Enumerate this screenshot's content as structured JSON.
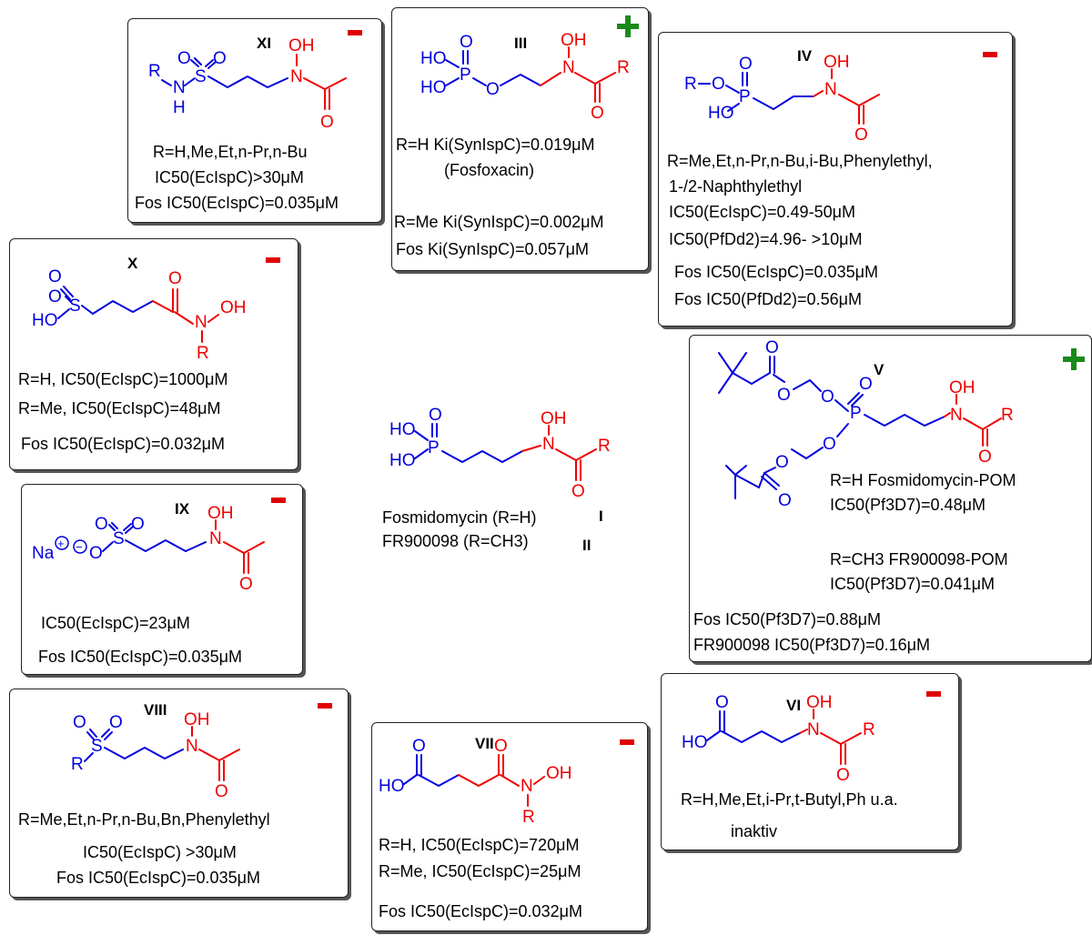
{
  "colors": {
    "core": "#0000dd",
    "pharmacophore": "#ee0000",
    "active": "#1a8a1a",
    "inactive": "#e00000"
  },
  "compounds": {
    "XI": {
      "id": "XI",
      "activity": "minus",
      "lines": [
        "R=H,Me,Et,n-Pr,n-Bu",
        "IC50(EcIspC)>30μM",
        "Fos IC50(EcIspC)=0.035μM"
      ]
    },
    "III": {
      "id": "III",
      "activity": "plus",
      "lines": [
        "R=H Ki(SynIspC)=0.019μM",
        "(Fosfoxacin)",
        "R=Me Ki(SynIspC)=0.002μM",
        "Fos Ki(SynIspC)=0.057μM"
      ]
    },
    "IV": {
      "id": "IV",
      "activity": "minus",
      "lines": [
        "R=Me,Et,n-Pr,n-Bu,i-Bu,Phenylethyl,",
        "1-/2-Naphthylethyl",
        "IC50(EcIspC)=0.49-50μM",
        "IC50(PfDd2)=4.96- >10μM",
        "Fos IC50(EcIspC)=0.035μM",
        "Fos IC50(PfDd2)=0.56μM"
      ]
    },
    "X": {
      "id": "X",
      "activity": "minus",
      "lines": [
        "R=H, IC50(EcIspC)=1000μM",
        "R=Me, IC50(EcIspC)=48μM",
        "Fos IC50(EcIspC)=0.032μM"
      ]
    },
    "I": {
      "line1": "Fosmidomycin (R=H)",
      "id1": "I",
      "line2": "FR900098 (R=CH3)",
      "id2": "II"
    },
    "V": {
      "id": "V",
      "activity": "plus",
      "lines": [
        "R=H Fosmidomycin-POM",
        "IC50(Pf3D7)=0.48μM",
        "R=CH3 FR900098-POM",
        "IC50(Pf3D7)=0.041μM",
        "Fos IC50(Pf3D7)=0.88μM",
        "FR900098 IC50(Pf3D7)=0.16μM"
      ]
    },
    "IX": {
      "id": "IX",
      "activity": "minus",
      "lines": [
        "IC50(EcIspC)=23μM",
        "Fos IC50(EcIspC)=0.035μM"
      ]
    },
    "VIII": {
      "id": "VIII",
      "activity": "minus",
      "lines": [
        "R=Me,Et,n-Pr,n-Bu,Bn,Phenylethyl",
        "IC50(EcIspC) >30μM",
        "Fos IC50(EcIspC)=0.035μM"
      ]
    },
    "VII": {
      "id": "VII",
      "activity": "minus",
      "lines": [
        "R=H, IC50(EcIspC)=720μM",
        "R=Me, IC50(EcIspC)=25μM",
        "Fos IC50(EcIspC)=0.032μM"
      ]
    },
    "VI": {
      "id": "VI",
      "activity": "minus",
      "lines": [
        "R=H,Me,Et,i-Pr,t-Butyl,Ph u.a.",
        "inaktiv"
      ]
    }
  }
}
